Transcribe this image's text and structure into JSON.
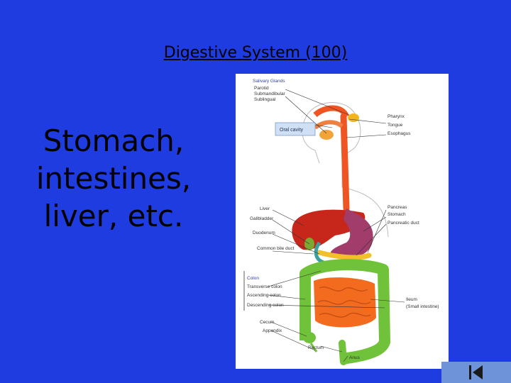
{
  "slide": {
    "title": "Digestive System (100)",
    "answer_lines": [
      "Stomach,",
      "intestines,",
      "liver, etc."
    ]
  },
  "diagram": {
    "labels": {
      "salivary_glands": "Salivary Glands",
      "parotid": "Parotid",
      "submandibular": "Submandibular",
      "sublingual": "Sublingual",
      "oral_cavity": "Oral cavity",
      "pharynx": "Pharynx",
      "tongue": "Tongue",
      "esophagus": "Esophagus",
      "liver": "Liver",
      "gallbladder": "Gallbladder",
      "duodenum": "Duodenum",
      "common_bile_duct": "Common bile duct",
      "pancreas": "Pancreas",
      "stomach": "Stomach",
      "pancreatic_duct": "Pancreatic duct",
      "colon": "Colon",
      "transverse_colon": "Transverse colon",
      "ascending_colon": "Ascending colon",
      "descending_colon": "Descending colon",
      "ileum": "Ileum",
      "small_intestine": "(Small intestine)",
      "cecum": "Cecum",
      "appendix": "Appendix",
      "rectum": "Rectum",
      "anus": "Anus"
    }
  },
  "colors": {
    "background": "#1f3ce0",
    "nav_button": "#6f93d8",
    "esophagus": "#ee5522",
    "liver": "#c7261a",
    "stomach": "#a23c6a",
    "colon": "#6fc23a",
    "small_intestine": "#f36b1f"
  },
  "nav": {
    "icon": "first-slide-icon"
  }
}
